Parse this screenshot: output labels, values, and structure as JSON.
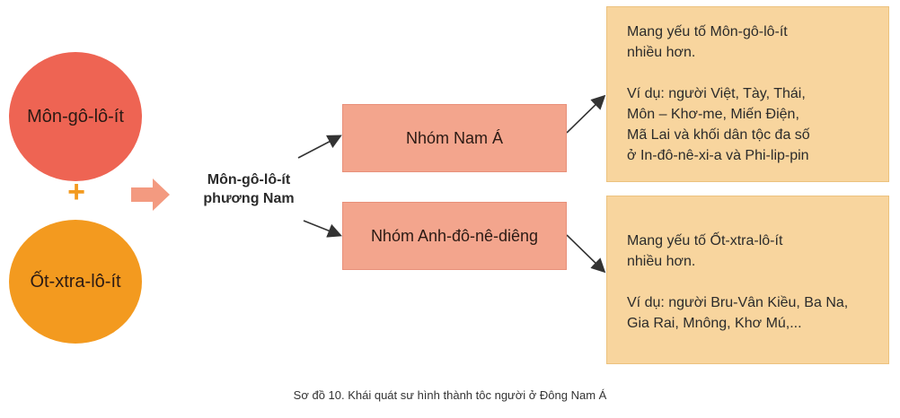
{
  "left": {
    "circle_top": "Môn-gô-lô-ít",
    "circle_bottom": "Ốt-xtra-lô-ít",
    "plus": "+"
  },
  "middle": {
    "line1": "Môn-gô-lô-ít",
    "line2": "phương Nam"
  },
  "groups": {
    "top": "Nhóm Nam Á",
    "bottom": "Nhóm Anh-đô-nê-diêng"
  },
  "panels": {
    "top": {
      "lines": [
        "Mang yếu tố Môn-gô-lô-ít",
        "nhiều hơn."
      ],
      "example": [
        "Ví dụ: người Việt, Tày, Thái,",
        "Môn – Khơ-me, Miến Điện,",
        "Mã Lai và khối dân tộc đa số",
        "ở In-đô-nê-xi-a và Phi-lip-pin"
      ]
    },
    "bottom": {
      "lines": [
        "Mang yếu tố Ốt-xtra-lô-ít",
        "nhiều hơn."
      ],
      "example": [
        "Ví dụ: người Bru-Vân Kiều, Ba Na,",
        "Gia Rai, Mnông, Khơ Mú,..."
      ]
    }
  },
  "caption": "Sơ đồ 10. Khái quát sư hình thành tôc người ở Đông Nam Á",
  "colors": {
    "circle_top": "#ee6453",
    "circle_bottom": "#f39a1f",
    "group_box": "#f3a58d",
    "panel": "#f8d59e",
    "arrow": "#f39a80"
  }
}
